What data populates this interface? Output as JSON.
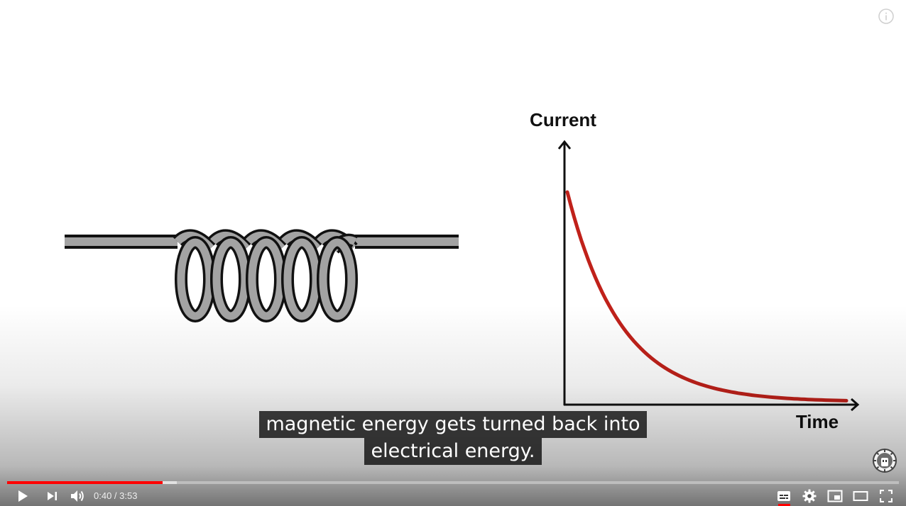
{
  "video": {
    "graph": {
      "y_axis_label": "Current",
      "x_axis_label": "Time",
      "curve_color": "#c0211a"
    },
    "captions": [
      "magnetic energy gets turned back into",
      "electrical energy."
    ]
  },
  "player": {
    "accent_color": "#ff0000",
    "progress": {
      "played_fraction": 0.174,
      "loaded_fraction": 0.19
    },
    "time": {
      "current": "0:40",
      "separator": " / ",
      "duration": "3:53"
    },
    "icons": {
      "play": "play-icon",
      "next": "next-icon",
      "volume": "volume-icon",
      "subtitles": "subtitles-icon",
      "settings": "gear-icon",
      "miniplayer": "miniplayer-icon",
      "theater": "theater-icon",
      "fullscreen": "fullscreen-icon",
      "info": "info-icon",
      "watermark": "channel-logo-icon"
    }
  }
}
